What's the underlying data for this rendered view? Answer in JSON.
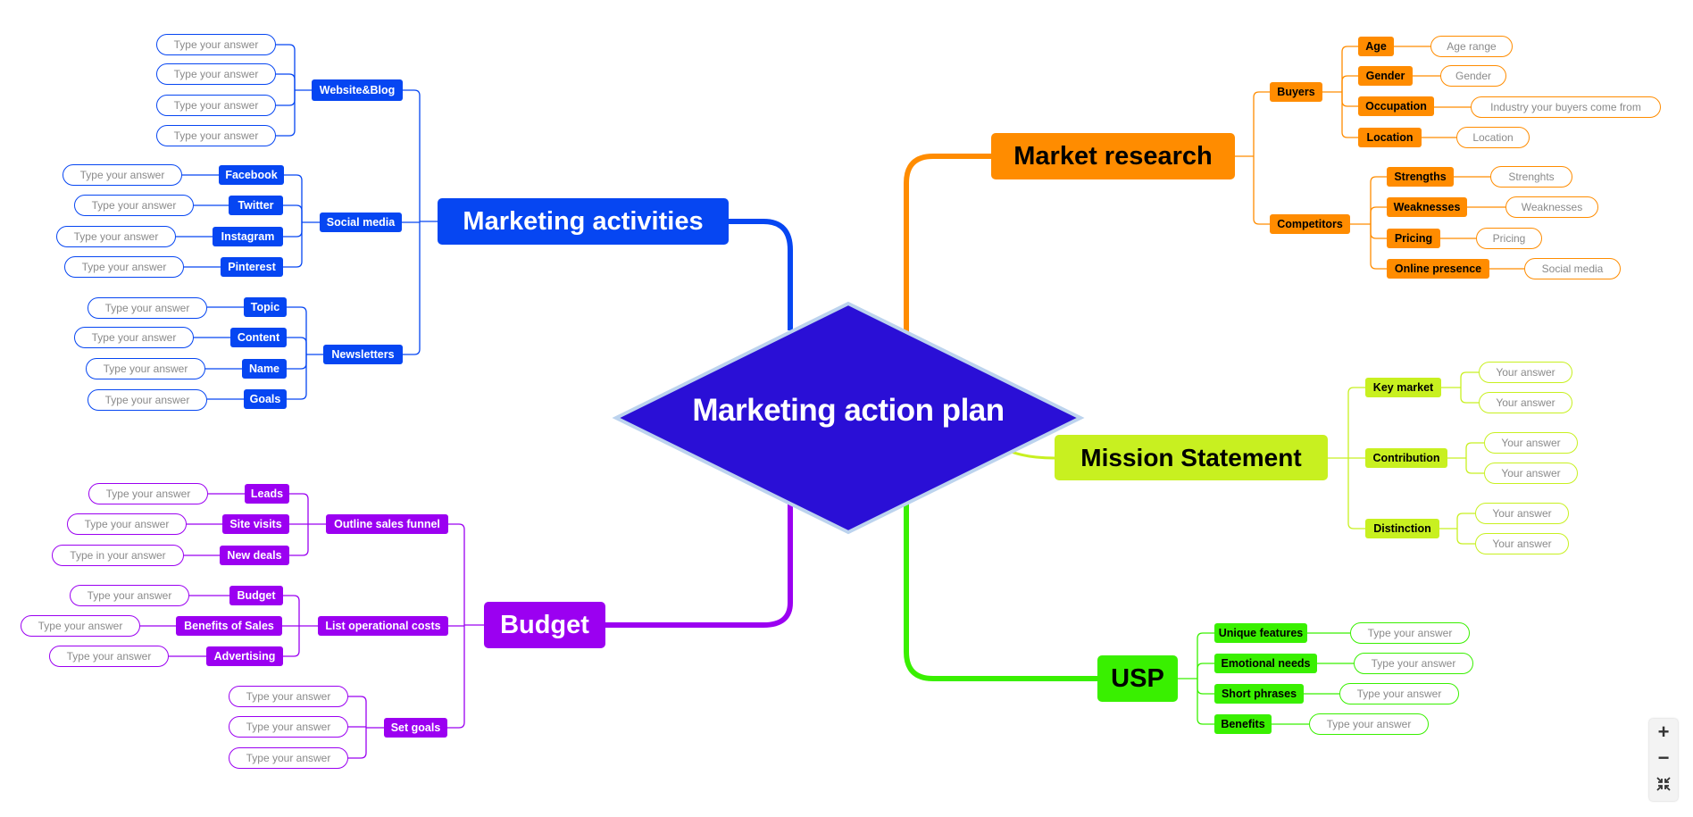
{
  "center": {
    "title": "Marketing action plan",
    "color": "#2a0fd6"
  },
  "colors": {
    "blue": "#0646f2",
    "purple": "#9b00f1",
    "orange": "#ff8c00",
    "lime": "#c8f020",
    "green": "#39f000"
  },
  "marketing_activities": {
    "title": "Marketing activities",
    "website_blog": {
      "label": "Website&Blog",
      "answers": [
        "Type your answer",
        "Type your answer",
        "Type your answer",
        "Type your answer"
      ]
    },
    "social_media": {
      "label": "Social media",
      "items": [
        {
          "label": "Facebook",
          "answer": "Type your answer"
        },
        {
          "label": "Twitter",
          "answer": "Type your answer"
        },
        {
          "label": "Instagram",
          "answer": "Type your answer"
        },
        {
          "label": "Pinterest",
          "answer": "Type your answer"
        }
      ]
    },
    "newsletters": {
      "label": "Newsletters",
      "items": [
        {
          "label": "Topic",
          "answer": "Type your answer"
        },
        {
          "label": "Content",
          "answer": "Type your answer"
        },
        {
          "label": "Name",
          "answer": "Type your answer"
        },
        {
          "label": "Goals",
          "answer": "Type your answer"
        }
      ]
    }
  },
  "budget": {
    "title": "Budget",
    "sales_funnel": {
      "label": "Outline sales funnel",
      "items": [
        {
          "label": "Leads",
          "answer": "Type your answer"
        },
        {
          "label": "Site visits",
          "answer": "Type your answer"
        },
        {
          "label": "New deals",
          "answer": "Type in your answer"
        }
      ]
    },
    "operational_costs": {
      "label": "List operational costs",
      "items": [
        {
          "label": "Budget",
          "answer": "Type your answer"
        },
        {
          "label": "Benefits of Sales",
          "answer": "Type your answer"
        },
        {
          "label": "Advertising",
          "answer": "Type your answer"
        }
      ]
    },
    "set_goals": {
      "label": "Set goals",
      "answers": [
        "Type your answer",
        "Type your answer",
        "Type your answer"
      ]
    }
  },
  "market_research": {
    "title": "Market research",
    "buyers": {
      "label": "Buyers",
      "items": [
        {
          "label": "Age",
          "answer": "Age range"
        },
        {
          "label": "Gender",
          "answer": "Gender"
        },
        {
          "label": "Occupation",
          "answer": "Industry your buyers come from"
        },
        {
          "label": "Location",
          "answer": "Location"
        }
      ]
    },
    "competitors": {
      "label": "Competitors",
      "items": [
        {
          "label": "Strengths",
          "answer": "Strenghts"
        },
        {
          "label": "Weaknesses",
          "answer": "Weaknesses"
        },
        {
          "label": "Pricing",
          "answer": "Pricing"
        },
        {
          "label": "Online presence",
          "answer": "Social media"
        }
      ]
    }
  },
  "mission_statement": {
    "title": "Mission Statement",
    "key_market": {
      "label": "Key market",
      "answers": [
        "Your answer",
        "Your answer"
      ]
    },
    "contribution": {
      "label": "Contribution",
      "answers": [
        "Your answer",
        "Your answer"
      ]
    },
    "distinction": {
      "label": "Distinction",
      "answers": [
        "Your answer",
        "Your answer"
      ]
    }
  },
  "usp": {
    "title": "USP",
    "items": [
      {
        "label": "Unique features",
        "answer": "Type your answer"
      },
      {
        "label": "Emotional needs",
        "answer": "Type your answer"
      },
      {
        "label": "Short phrases",
        "answer": "Type your answer"
      },
      {
        "label": "Benefits",
        "answer": "Type your answer"
      }
    ]
  },
  "zoom_controls": {
    "zoom_in": "+",
    "zoom_out": "−",
    "fit_icon": "collapse-arrows-icon"
  }
}
